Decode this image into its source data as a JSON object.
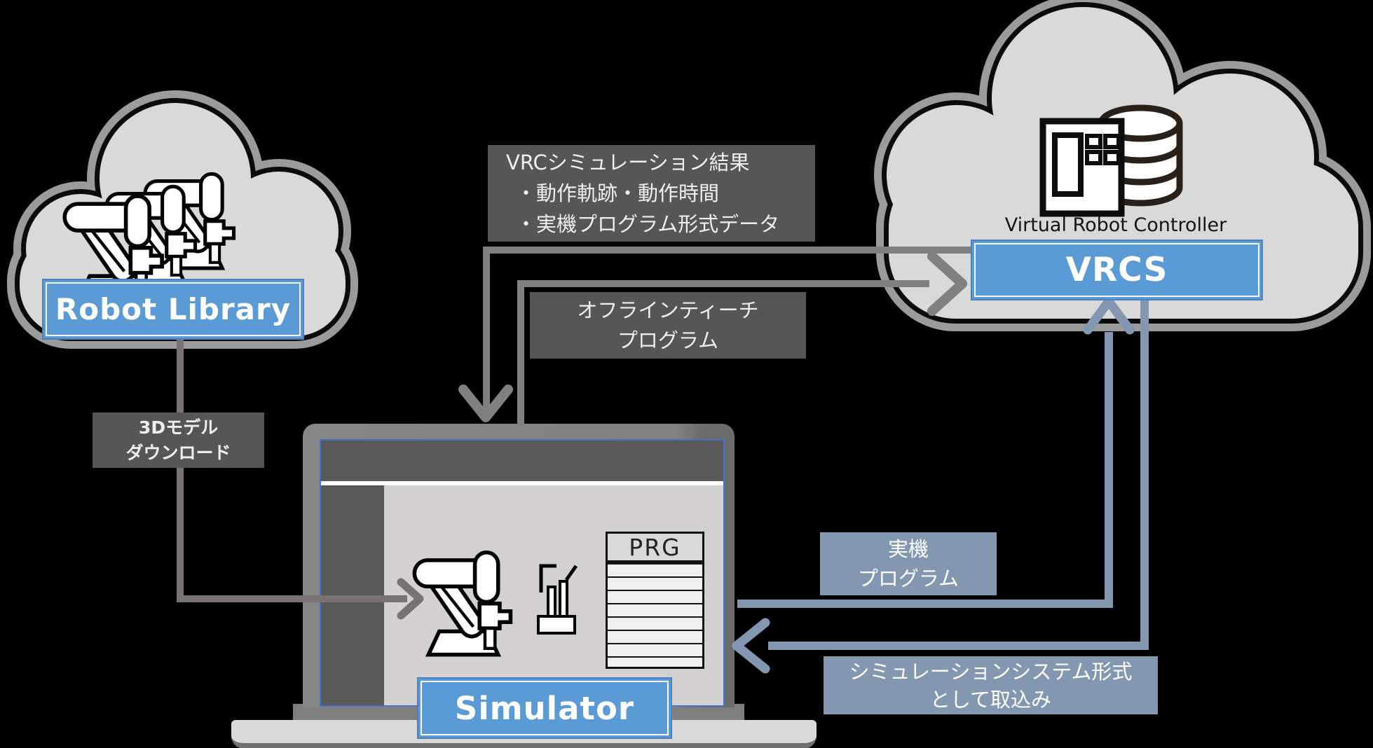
{
  "background": "#000000",
  "colors": {
    "bg": "#000000",
    "accent_blue": "#5B9BD5",
    "blue_border": "#4472C4",
    "dark_label_bg": "#565656",
    "dark_label_text": "#EFEFEF",
    "bluegray": "#8497B0",
    "gray_arrow": "#808080",
    "download_arrow": "#787272",
    "cloud_fill": "#D9D9D9",
    "cloud_shadow": "#9B9B9B",
    "cloud_border": "#0B0B0B",
    "screen_sidebar": "#595959",
    "screen_main": "#D2D0D1",
    "laptop_base": "#D9D9D9"
  },
  "left_cloud": {
    "label": "Robot Library",
    "icon": "robot-arm-icon"
  },
  "right_cloud": {
    "caption": "Virtual Robot Controller",
    "label": "VRCS",
    "icons": [
      "controller-panel-icon",
      "database-icon"
    ]
  },
  "laptop": {
    "label": "Simulator",
    "document_title": "PRG",
    "icons": [
      "robot-arm-icon",
      "fixture-icon"
    ]
  },
  "labels": {
    "download": {
      "lines": [
        "3Dモデル",
        "ダウンロード"
      ]
    },
    "vrc_result": {
      "lines": [
        "VRCシミュレーション結果",
        "・動作軌跡・動作時間",
        "・実機プログラム形式データ"
      ]
    },
    "offline_teach": {
      "lines": [
        "オフラインティーチ",
        "プログラム"
      ]
    },
    "real_program": {
      "lines": [
        "実機",
        "プログラム"
      ]
    },
    "import_sim": {
      "lines": [
        "シミュレーションシステム形式",
        "として取込み"
      ]
    }
  }
}
